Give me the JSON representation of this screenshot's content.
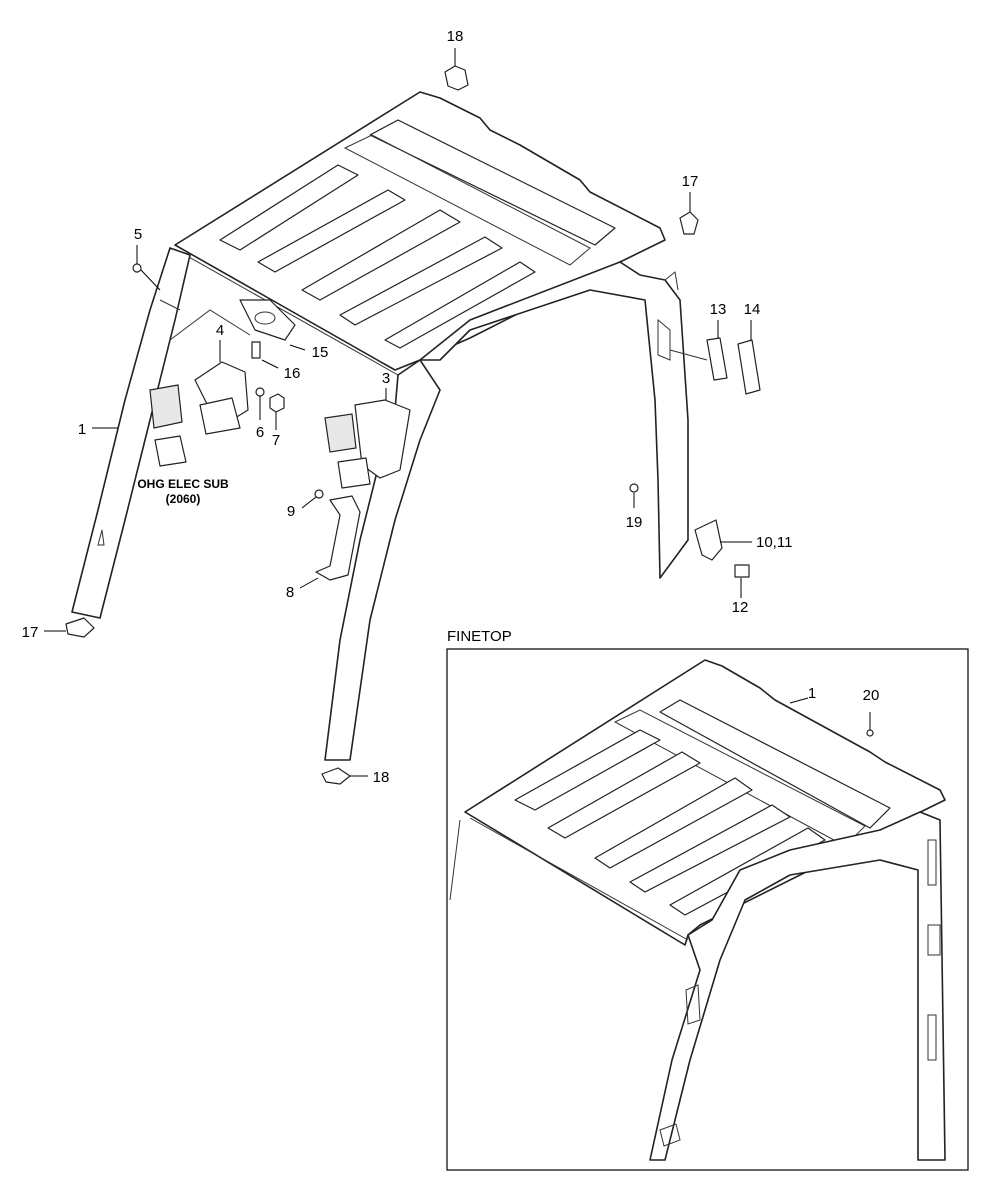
{
  "callouts": {
    "c18_top": "18",
    "c17_right": "17",
    "c5": "5",
    "c4": "4",
    "c15": "15",
    "c16": "16",
    "c3": "3",
    "c13": "13",
    "c14": "14",
    "c1": "1",
    "c6": "6",
    "c7": "7",
    "c9": "9",
    "c8": "8",
    "c19": "19",
    "c10_11": "10,11",
    "c12": "12",
    "c17_left": "17",
    "c18_bottom": "18"
  },
  "ref_note": {
    "line1": "OHG ELEC SUB",
    "line2": "(2060)"
  },
  "inset": {
    "title": "FINETOP",
    "c1": "1",
    "c20": "20"
  }
}
